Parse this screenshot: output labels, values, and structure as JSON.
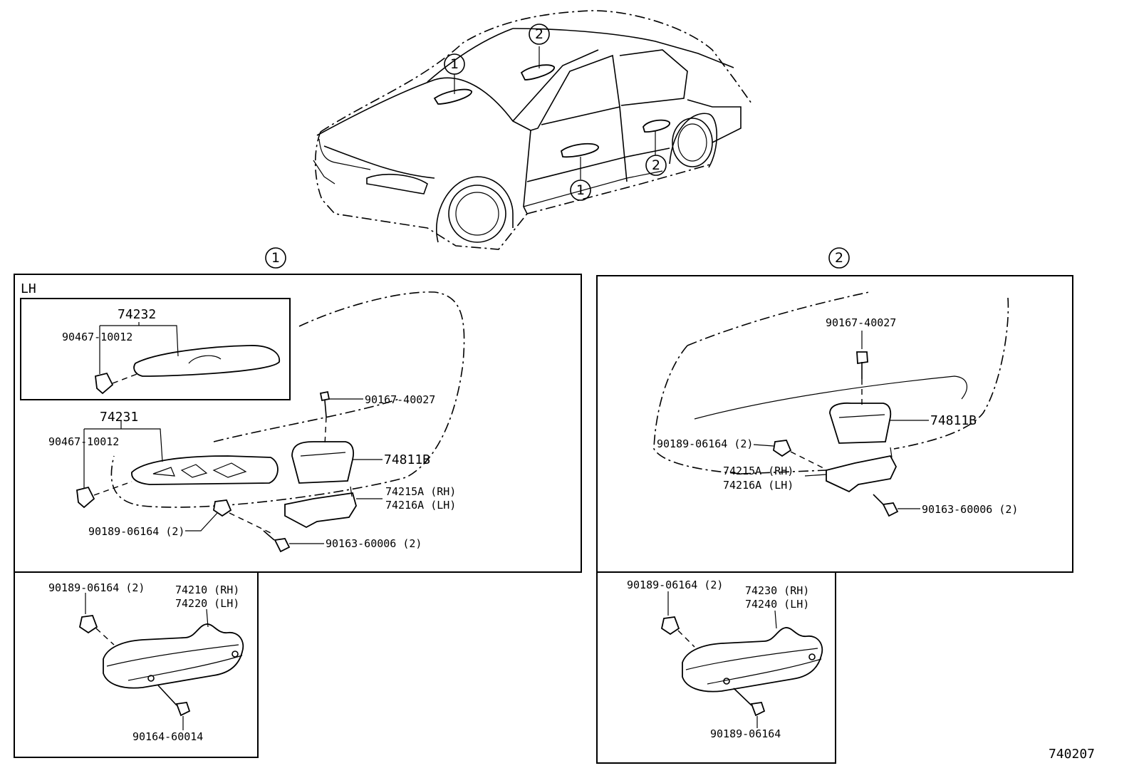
{
  "diagram": {
    "figure_id": "740207",
    "section_markers": {
      "one": "1",
      "two": "2"
    },
    "panel_one": {
      "side_label": "LH",
      "inset_parts": {
        "sw_trim_top": "74232",
        "clip_top": "90467-10012"
      },
      "parts": {
        "sw_trim": "74231",
        "clip": "90467-10012",
        "screw_top": "90167-40027",
        "pocket": "74811B",
        "bracket_rh": "74215A (RH)",
        "bracket_lh": "74216A (LH)",
        "nut": "90189-06164 (2)",
        "screw_bottom": "90163-60006 (2)"
      }
    },
    "panel_two": {
      "parts": {
        "screw_top": "90167-40027",
        "pocket": "74811B",
        "nut": "90189-06164 (2)",
        "bracket_rh": "74215A (RH)",
        "bracket_lh": "74216A (LH)",
        "screw_bottom": "90163-60006 (2)"
      }
    },
    "panel_three": {
      "parts": {
        "nut": "90189-06164 (2)",
        "handle_rh": "74210 (RH)",
        "handle_lh": "74220 (LH)",
        "screw": "90164-60014"
      }
    },
    "panel_four": {
      "parts": {
        "nut": "90189-06164 (2)",
        "handle_rh": "74230 (RH)",
        "handle_lh": "74240 (LH)",
        "screw": "90189-06164"
      }
    }
  }
}
